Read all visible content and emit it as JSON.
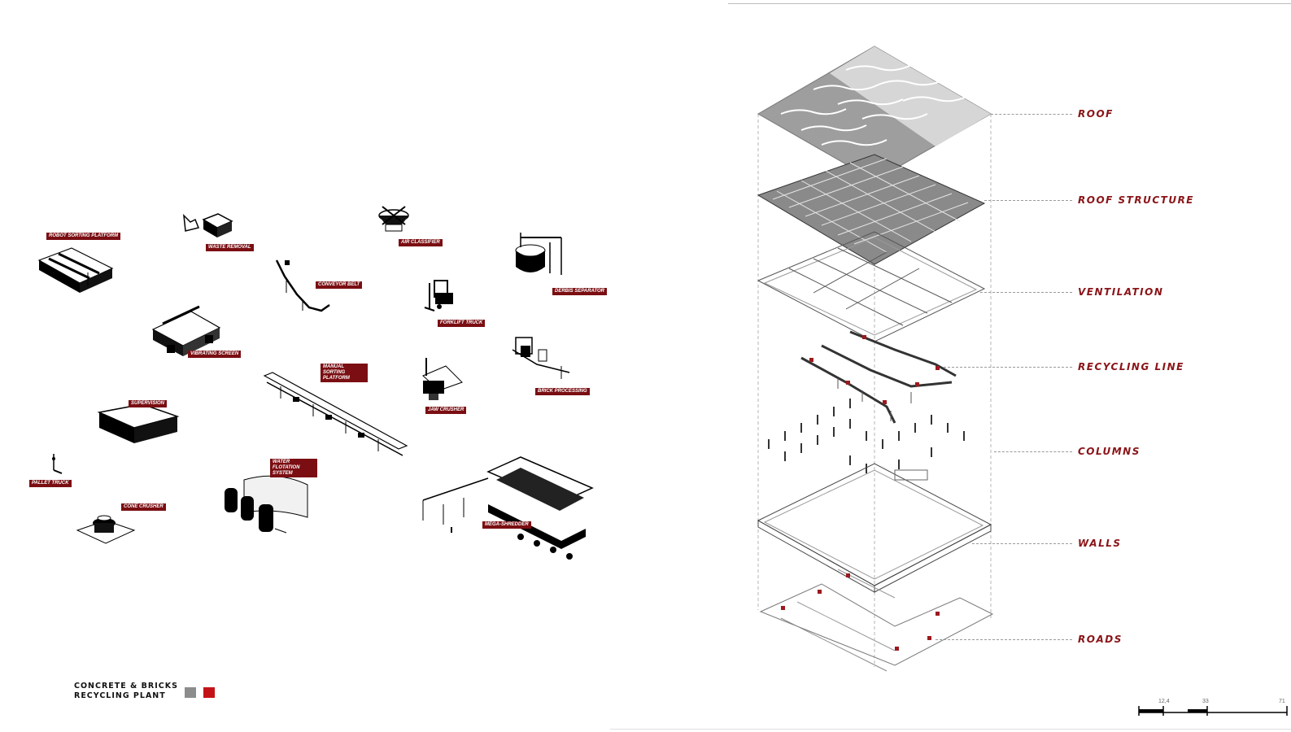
{
  "legend": {
    "title_line1": "CONCRETE & BRICKS",
    "title_line2": "RECYCLING PLANT",
    "swatch_colors": [
      "#8c8c8c",
      "#c41318"
    ]
  },
  "equipment": {
    "robot_sorting_platform": "ROBOT SORTING PLATFORM",
    "waste_removal": "WASTE REMOVAL",
    "air_classifier": "AIR CLASSIFIER",
    "conveyor_belt": "CONVEYOR BELT",
    "derbis_separator": "DERBIS SEPARATOR",
    "forklift_truck": "FORKLIFT TRUCK",
    "vibrating_screen": "VIBRATING SCREEN",
    "manual_sorting_platform": "MANUAL SORTING PLATFORM",
    "brick_processing": "BRICK PROCESSING",
    "jaw_crusher": "JAW CRUSHER",
    "supervision": "SUPERVISION",
    "pallet_truck": "PALLET TRUCK",
    "cone_crusher": "CONE CRUSHER",
    "water_flotation_system": "WATER FLOTATION SYSTEM",
    "mega_shredder": "MEGA-SHREDDER"
  },
  "layers": {
    "roof": "ROOF",
    "roof_structure": "ROOF STRUCTURE",
    "ventilation": "VENTILATION",
    "recycling_line": "RECYCLING LINE",
    "columns": "COLUMNS",
    "walls": "WALLS",
    "roads": "ROADS"
  },
  "scale_bar": {
    "ticks": [
      "12,4",
      "33",
      "71"
    ]
  },
  "colors": {
    "label_bg": "#7a0e12",
    "layer_text": "#8a1418",
    "accent_red": "#c41318"
  }
}
